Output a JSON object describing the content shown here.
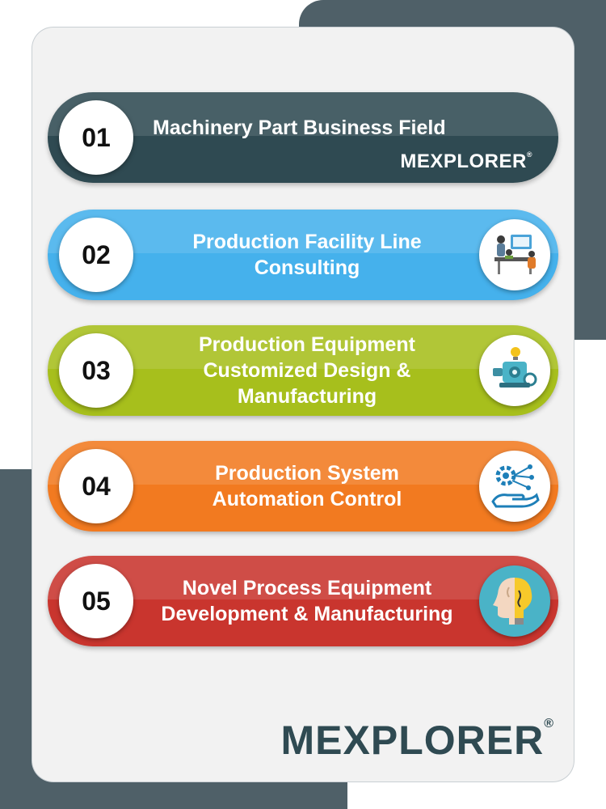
{
  "items": [
    {
      "number": "01",
      "lines": [
        "Machinery Part Business Field"
      ],
      "color": "#2f4a52"
    },
    {
      "number": "02",
      "lines": [
        "Production Facility Line",
        "Consulting"
      ],
      "color": "#45b1ec",
      "icon": "consulting-team-icon"
    },
    {
      "number": "03",
      "lines": [
        "Production Equipment",
        "Customized Design &",
        "Manufacturing"
      ],
      "color": "#a7bf1c",
      "icon": "machine-design-icon"
    },
    {
      "number": "04",
      "lines": [
        "Production System",
        "Automation Control"
      ],
      "color": "#f27a20",
      "icon": "automation-hand-gear-icon"
    },
    {
      "number": "05",
      "lines": [
        "Novel Process Equipment",
        "Development & Manufacturing"
      ],
      "color": "#c9352e",
      "icon": "idea-head-bulb-icon"
    }
  ],
  "brand": {
    "name_prefix": "ME",
    "name_x": "X",
    "name_suffix": "PLORER",
    "registered": "®",
    "dark_color": "#2f4a52"
  }
}
